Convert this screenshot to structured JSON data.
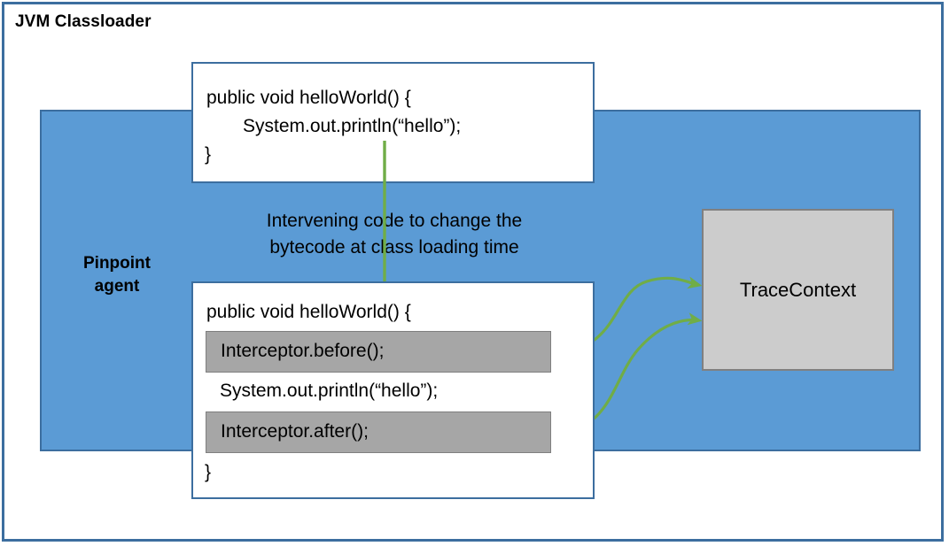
{
  "diagram": {
    "title": "JVM Classloader",
    "agent_label": "Pinpoint\nagent",
    "agent_label_line1": "Pinpoint",
    "agent_label_line2": "agent",
    "note_line1": "Intervening code to change the",
    "note_line2": "bytecode at class loading time",
    "colors": {
      "outer_border": "#3C6E9F",
      "agent_region_fill": "#5B9BD5",
      "code_box_border": "#3C6E9F",
      "interceptor_fill": "#A6A6A6",
      "interceptor_border": "#7F7F7F",
      "trace_fill": "#CCCCCC",
      "trace_border": "#808080",
      "arrow": "#70AD47",
      "text": "#000000",
      "background": "#FFFFFF"
    },
    "original_code_box": {
      "name": "original-bytecode",
      "lines": [
        "public void helloWorld() {",
        "System.out.println(“hello”);",
        "}"
      ],
      "line1": "public void helloWorld() {",
      "line2": "System.out.println(“hello”);",
      "line3": "}"
    },
    "instrumented_code_box": {
      "name": "instrumented-bytecode",
      "line1": "public void helloWorld() {",
      "line2": "Interceptor.before();",
      "line3": "System.out.println(“hello”);",
      "line4": "Interceptor.after();",
      "line5": "}"
    },
    "trace_context": {
      "label": "TraceContext"
    },
    "arrows": [
      {
        "name": "transform-arrow",
        "from": "original-bytecode",
        "to": "instrumented-bytecode",
        "style": "straight-vertical",
        "color": "#70AD47"
      },
      {
        "name": "before-to-tracecontext-arrow",
        "from": "Interceptor.before();",
        "to": "TraceContext",
        "style": "s-curve",
        "color": "#70AD47"
      },
      {
        "name": "after-to-tracecontext-arrow",
        "from": "Interceptor.after();",
        "to": "TraceContext",
        "style": "s-curve",
        "color": "#70AD47"
      }
    ]
  }
}
